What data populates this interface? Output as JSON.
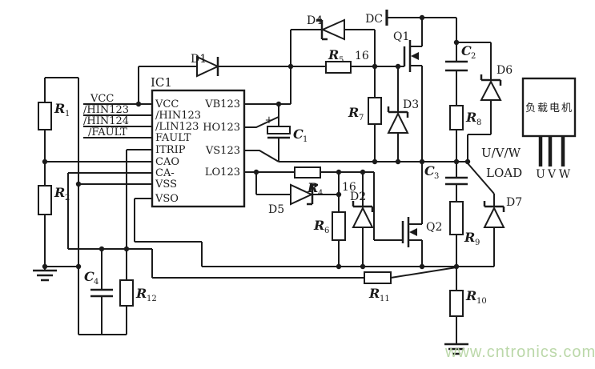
{
  "colors": {
    "ink": "#1b1b1b",
    "bg": "#ffffff",
    "watermark": "#b8d6a5"
  },
  "ic1": {
    "label": "IC1",
    "left_pins": [
      "VCC",
      "/HIN123",
      "/LIN123",
      "FAULT",
      "ITRIP",
      "CAO",
      "CA-",
      "VSS",
      "VSO"
    ],
    "right_pins": [
      "VB123",
      "HO123",
      "VS123",
      "LO123"
    ]
  },
  "inputs": {
    "in1": "VCC",
    "in2": "/HIN123",
    "in3": "/HIN124",
    "in4": "/FAULT"
  },
  "refs": {
    "r1": {
      "p": "R",
      "s": "1"
    },
    "r2": {
      "p": "R",
      "s": "2"
    },
    "r4": {
      "p": "R",
      "s": "4"
    },
    "r5": {
      "p": "R",
      "s": "5"
    },
    "r6": {
      "p": "R",
      "s": "6"
    },
    "r7": {
      "p": "R",
      "s": "7"
    },
    "r8": {
      "p": "R",
      "s": "8"
    },
    "r9": {
      "p": "R",
      "s": "9"
    },
    "r10": {
      "p": "R",
      "s": "10"
    },
    "r11": {
      "p": "R",
      "s": "11"
    },
    "r12": {
      "p": "R",
      "s": "12"
    },
    "c1": {
      "p": "C",
      "s": "1"
    },
    "c2": {
      "p": "C",
      "s": "2"
    },
    "c3": {
      "p": "C",
      "s": "3"
    },
    "c4": {
      "p": "C",
      "s": "4"
    }
  },
  "parts": {
    "d1": "D1",
    "d2": "D2",
    "d3": "D3",
    "d4": "D4",
    "d5": "D5",
    "d6": "D6",
    "d7": "D7",
    "q1": "Q1",
    "q2": "Q2",
    "plus": "+"
  },
  "nodes": {
    "dc": "DC",
    "n16_high": "16",
    "n16_low": "16",
    "uvw": "U/V/W",
    "load": "LOAD"
  },
  "motor": {
    "label": "负载电机",
    "t1": "U",
    "t2": "V",
    "t3": "W"
  },
  "watermark": "www.cntronics.com"
}
